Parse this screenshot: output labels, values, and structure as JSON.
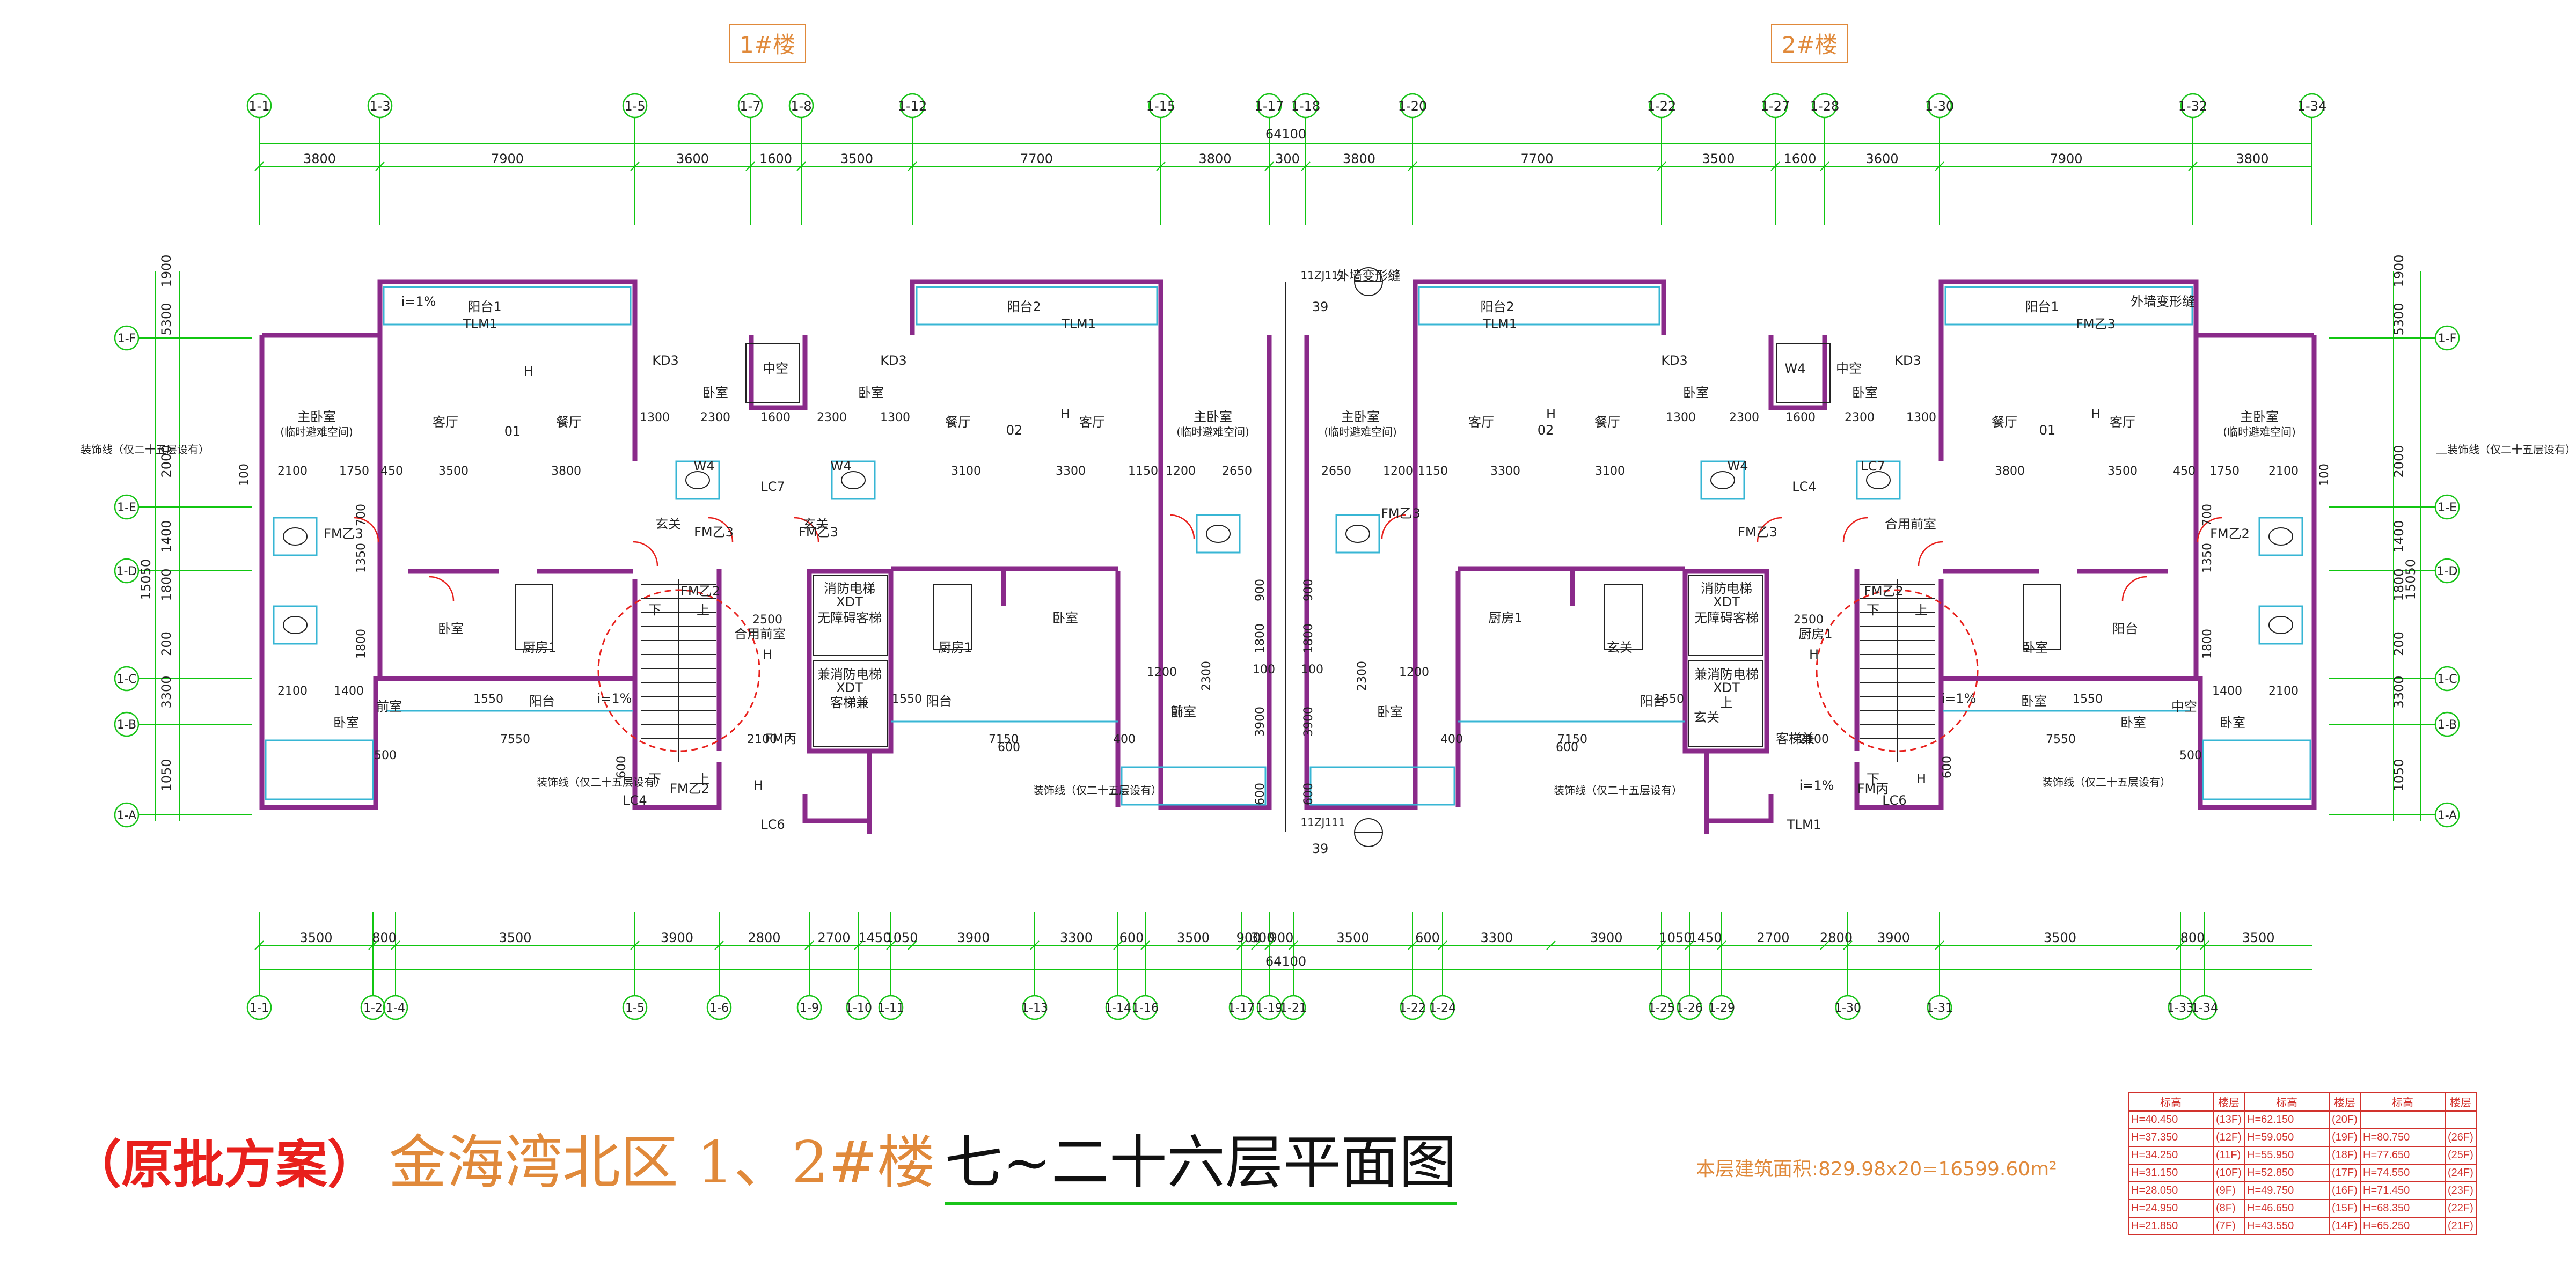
{
  "buildings": {
    "b1": "1#楼",
    "b2": "2#楼"
  },
  "colors": {
    "wall": "#8a2a8a",
    "dim": "#11c611",
    "grid": "#19c419",
    "text": "#222222",
    "window": "#37b6d4",
    "red": "#e8201c",
    "orange": "#e0893a",
    "table": "#d2322d"
  },
  "grid_axes": {
    "top": [
      "1-1",
      "1-3",
      "1-5",
      "1-7",
      "1-8",
      "1-12",
      "1-15",
      "1-17",
      "1-18",
      "1-20",
      "1-22",
      "1-27",
      "1-28",
      "1-30",
      "1-32",
      "1-34"
    ],
    "bottom": [
      "1-1",
      "1-2",
      "1-4",
      "1-5",
      "1-6",
      "1-9",
      "1-10",
      "1-11",
      "1-13",
      "1-14",
      "1-16",
      "1-17",
      "1-19",
      "1-21",
      "1-22",
      "1-24",
      "1-25",
      "1-26",
      "1-29",
      "1-30",
      "1-31",
      "1-33",
      "1-34"
    ],
    "side": [
      "1-F",
      "1-E",
      "1-D",
      "1-C",
      "1-B",
      "1-A"
    ]
  },
  "dims": {
    "top_total": "64100",
    "top": [
      "3800",
      "7900",
      "3600",
      "1600",
      "3500",
      "7700",
      "3800",
      "300",
      "3800",
      "7700",
      "3500",
      "1600",
      "3600",
      "7900",
      "3800"
    ],
    "bottom_total": "64100",
    "bottom": [
      "3500",
      "800",
      "3500",
      "3900",
      "2800",
      "2700",
      "1450",
      "1050",
      "3900",
      "3300",
      "600",
      "3500",
      "900",
      "300",
      "900",
      "3500",
      "600",
      "3300",
      "3900",
      "1050",
      "1450",
      "2700",
      "2800",
      "3900",
      "3500",
      "800",
      "3500"
    ],
    "left": [
      "1900",
      "5300",
      "2000",
      "1400",
      "1800",
      "200",
      "3300",
      "1050"
    ],
    "left_total": "15050",
    "right": [
      "1900",
      "5300",
      "2000",
      "1400",
      "1800",
      "200",
      "3300",
      "1050"
    ],
    "right_total": "15050"
  },
  "room_labels": [
    {
      "t": "阳台1"
    },
    {
      "t": "阳台2"
    },
    {
      "t": "阳台2"
    },
    {
      "t": "阳台1"
    },
    {
      "t": "主卧室"
    },
    {
      "t": "(临时避难空间)"
    },
    {
      "t": "客厅"
    },
    {
      "t": "餐厅"
    },
    {
      "t": "01"
    },
    {
      "t": "卧室"
    },
    {
      "t": "卧室"
    },
    {
      "t": "中空"
    },
    {
      "t": "KD3"
    },
    {
      "t": "KD3"
    },
    {
      "t": "餐厅"
    },
    {
      "t": "02"
    },
    {
      "t": "客厅"
    },
    {
      "t": "主卧室"
    },
    {
      "t": "(临时避难空间)"
    },
    {
      "t": "主卧室"
    },
    {
      "t": "(临时避难空间)"
    },
    {
      "t": "客厅"
    },
    {
      "t": "02"
    },
    {
      "t": "餐厅"
    },
    {
      "t": "卧室"
    },
    {
      "t": "中空"
    },
    {
      "t": "卧室"
    },
    {
      "t": "KD3"
    },
    {
      "t": "KD3"
    },
    {
      "t": "餐厅"
    },
    {
      "t": "01"
    },
    {
      "t": "客厅"
    },
    {
      "t": "主卧室"
    },
    {
      "t": "(临时避难空间)"
    },
    {
      "t": "卧室"
    },
    {
      "t": "厨房1"
    },
    {
      "t": "玄关"
    },
    {
      "t": "玄关"
    },
    {
      "t": "合用前室"
    },
    {
      "t": "厨房1"
    },
    {
      "t": "卧室"
    },
    {
      "t": "卧室"
    },
    {
      "t": "卧室"
    },
    {
      "t": "厨房1"
    },
    {
      "t": "玄关"
    },
    {
      "t": "玄关"
    },
    {
      "t": "合用前室"
    },
    {
      "t": "厨房1"
    },
    {
      "t": "卧室"
    },
    {
      "t": "阳台"
    },
    {
      "t": "阳台"
    },
    {
      "t": "阳台"
    },
    {
      "t": "阳台"
    },
    {
      "t": "卧室"
    },
    {
      "t": "卧室"
    },
    {
      "t": "卧室"
    },
    {
      "t": "卧室"
    },
    {
      "t": "前室"
    },
    {
      "t": "前室"
    },
    {
      "t": "中空"
    },
    {
      "t": "中空"
    },
    {
      "t": "W4"
    },
    {
      "t": "W4"
    },
    {
      "t": "W4"
    },
    {
      "t": "W4"
    },
    {
      "t": "LC7"
    },
    {
      "t": "LC7"
    },
    {
      "t": "LC4"
    },
    {
      "t": "LC4"
    },
    {
      "t": "LC6"
    },
    {
      "t": "LC6"
    },
    {
      "t": "TLM1"
    },
    {
      "t": "TLM1"
    },
    {
      "t": "TLM1"
    },
    {
      "t": "TLM1"
    },
    {
      "t": "FM乙3"
    },
    {
      "t": "FM乙3"
    },
    {
      "t": "FM乙3"
    },
    {
      "t": "FM乙3"
    },
    {
      "t": "FM乙3"
    },
    {
      "t": "FM乙3"
    },
    {
      "t": "FM乙2"
    },
    {
      "t": "FM乙2"
    },
    {
      "t": "FM乙2"
    },
    {
      "t": "FM乙2"
    },
    {
      "t": "FM丙"
    },
    {
      "t": "FM丙"
    },
    {
      "t": "客梯兼"
    },
    {
      "t": "消防电梯"
    },
    {
      "t": "XDT"
    },
    {
      "t": "无障碍客梯"
    },
    {
      "t": "兼消防电梯"
    },
    {
      "t": "XDT"
    },
    {
      "t": "客梯兼"
    },
    {
      "t": "消防电梯"
    },
    {
      "t": "XDT"
    },
    {
      "t": "无障碍客梯"
    },
    {
      "t": "兼消防电梯"
    },
    {
      "t": "XDT"
    },
    {
      "t": "上"
    },
    {
      "t": "下"
    },
    {
      "t": "下"
    },
    {
      "t": "上"
    },
    {
      "t": "上"
    },
    {
      "t": "下"
    },
    {
      "t": "下"
    },
    {
      "t": "上"
    },
    {
      "t": "H"
    },
    {
      "t": "H"
    },
    {
      "t": "H"
    },
    {
      "t": "H"
    },
    {
      "t": "H"
    },
    {
      "t": "H"
    },
    {
      "t": "H"
    },
    {
      "t": "H"
    },
    {
      "t": "i=1%"
    },
    {
      "t": "i=1%"
    },
    {
      "t": "i=1%"
    },
    {
      "t": "i=1%"
    },
    {
      "t": "外墙变形缝"
    },
    {
      "t": "11ZJ111"
    },
    {
      "t": "39"
    },
    {
      "t": "外墙变形缝"
    },
    {
      "t": "11ZJ111"
    },
    {
      "t": "39"
    }
  ],
  "inner_dims": [
    "2100",
    "1750",
    "450",
    "3500",
    "3800",
    "1300",
    "2300",
    "1600",
    "2300",
    "1300",
    "3100",
    "3300",
    "1150",
    "1200",
    "2650",
    "2650",
    "1200",
    "1150",
    "3300",
    "3100",
    "1300",
    "2300",
    "1600",
    "2300",
    "1300",
    "3800",
    "3500",
    "450",
    "1750",
    "2100",
    "100",
    "100",
    "700",
    "700",
    "1350",
    "1350",
    "1800",
    "1800",
    "600",
    "600",
    "2500",
    "2500",
    "2100",
    "2100",
    "1400",
    "1400",
    "1550",
    "1550",
    "1550",
    "1550",
    "7550",
    "7550",
    "7150",
    "7150",
    "500",
    "500",
    "400",
    "400",
    "600",
    "600",
    "900",
    "900",
    "1800",
    "1800",
    "2300",
    "2300",
    "1200",
    "1200",
    "100",
    "100",
    "3900",
    "3900",
    "600",
    "600",
    "2100",
    "2100"
  ],
  "notes": [
    "装饰线（仅二十五层设有）",
    "装饰线（仅二十五层设有）",
    "装饰线（仅二十五层设有）",
    "装饰线（仅二十五层设有）",
    "装饰线（仅二十五层设有）"
  ],
  "title": {
    "red": "（原批方案）",
    "orange": "金海湾北区 1、2#楼",
    "black": "七~二十六层平面图"
  },
  "area": "本层建筑面积:829.98x20=16599.60m²",
  "floor_table": {
    "headers": [
      "标高",
      "楼层",
      "标高",
      "楼层",
      "标高",
      "楼层"
    ],
    "rows": [
      [
        "H=40.450",
        "(13F)",
        "H=62.150",
        "(20F)",
        "",
        ""
      ],
      [
        "H=37.350",
        "(12F)",
        "H=59.050",
        "(19F)",
        "H=80.750",
        "(26F)"
      ],
      [
        "H=34.250",
        "(11F)",
        "H=55.950",
        "(18F)",
        "H=77.650",
        "(25F)"
      ],
      [
        "H=31.150",
        "(10F)",
        "H=52.850",
        "(17F)",
        "H=74.550",
        "(24F)"
      ],
      [
        "H=28.050",
        "(9F)",
        "H=49.750",
        "(16F)",
        "H=71.450",
        "(23F)"
      ],
      [
        "H=24.950",
        "(8F)",
        "H=46.650",
        "(15F)",
        "H=68.350",
        "(22F)"
      ],
      [
        "H=21.850",
        "(7F)",
        "H=43.550",
        "(14F)",
        "H=65.250",
        "(21F)"
      ]
    ]
  }
}
